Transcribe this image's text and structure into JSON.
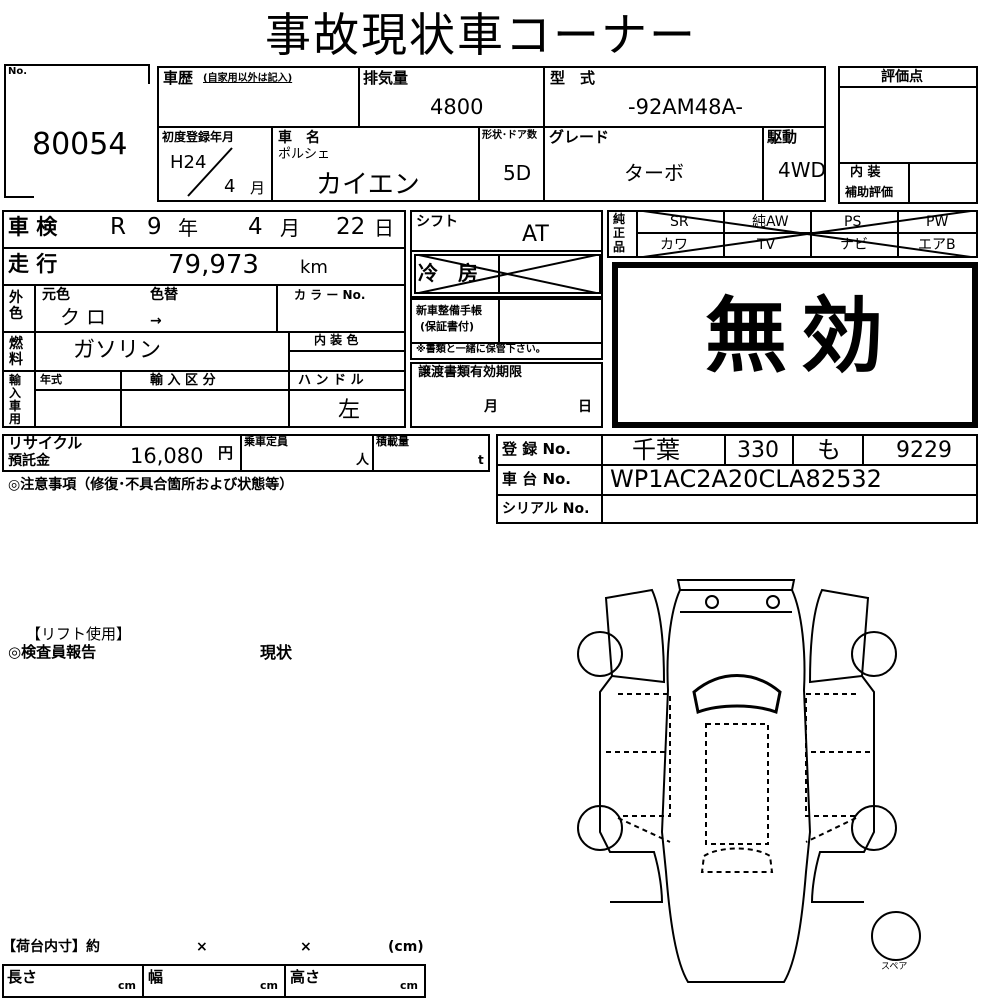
{
  "title": "事故現状車コーナー",
  "lot": {
    "label": "No.",
    "number": "80054"
  },
  "history": {
    "label": "車歴",
    "note": "(自家用以外は記入)"
  },
  "displacement": {
    "label": "排気量",
    "value": "4800"
  },
  "model": {
    "label": "型　式",
    "value": "-92AM48A-"
  },
  "rating": {
    "label": "評価点",
    "interior_label": "内 装",
    "aux_label": "補助評価"
  },
  "first_reg": {
    "label": "初度登録年月",
    "year": "H24",
    "month": "4",
    "month_unit": "月"
  },
  "car_name": {
    "label": "車　名",
    "maker": "ポルシェ",
    "name": "カイエン"
  },
  "body": {
    "label": "形状･ドア数",
    "value": "5D"
  },
  "grade": {
    "label": "グレード",
    "value": "ターボ"
  },
  "drive": {
    "label": "駆動",
    "value": "4WD"
  },
  "inspection": {
    "label": "車 検",
    "era": "R",
    "year": "9",
    "year_unit": "年",
    "month": "4",
    "month_unit": "月",
    "day": "22",
    "day_unit": "日"
  },
  "shift": {
    "label": "シフト",
    "value": "AT"
  },
  "equipment": {
    "label": "純正品",
    "row1": [
      "SR",
      "純AW",
      "PS",
      "PW"
    ],
    "row2": [
      "カワ",
      "TV",
      "ナビ",
      "エアB"
    ]
  },
  "mileage": {
    "label": "走 行",
    "value": "79,973",
    "unit": "km"
  },
  "aircon": {
    "label": "冷　房"
  },
  "invalid": "無効",
  "color": {
    "label": "外色",
    "orig_label": "元色",
    "change_label": "色替",
    "value": "クロ",
    "arrow": "→",
    "code_label": "カ ラ ー No."
  },
  "fuel": {
    "label": "燃料",
    "value": "ガソリン",
    "interior_label": "内 装 色"
  },
  "service": {
    "label": "新車整備手帳",
    "sub": "(保証書付)",
    "note": "※書類と一緒に保管下さい。"
  },
  "import": {
    "label": "輸入車用",
    "year_label": "年式",
    "class_label": "輸 入 区 分",
    "handle_label": "ハ ン ド ル",
    "handle_value": "左"
  },
  "transfer": {
    "label": "譲渡書類有効期限",
    "month_unit": "月",
    "day_unit": "日"
  },
  "recycle": {
    "label": "リサイクル",
    "label2": "預託金",
    "value": "16,080",
    "unit": "円"
  },
  "capacity": {
    "label": "乗車定員",
    "unit": "人"
  },
  "load": {
    "label": "積載量",
    "unit": "t"
  },
  "registration": {
    "label": "登 録 No.",
    "region": "千葉",
    "class_no": "330",
    "kana": "も",
    "number": "9229"
  },
  "chassis": {
    "label": "車 台 No.",
    "value": "WP1AC2A20CLA82532"
  },
  "serial": {
    "label": "シリアル No."
  },
  "notes_header": "◎注意事項（修復･不具合箇所および状態等）",
  "lift": "【リフト使用】",
  "inspector_label": "◎検査員報告",
  "inspector_value": "現状",
  "spare": "スペア",
  "cargo": {
    "header": "【荷台内寸】約",
    "x1": "×",
    "x2": "×",
    "unit_header": "(cm)",
    "length_label": "長さ",
    "width_label": "幅",
    "height_label": "高さ",
    "cm": "cm"
  }
}
